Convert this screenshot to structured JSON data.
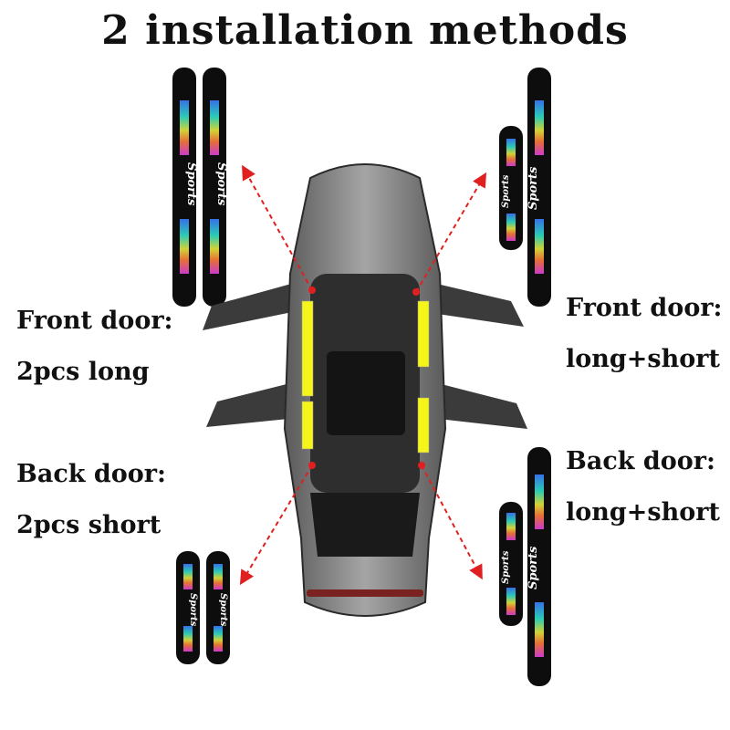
{
  "title": "2 installation methods",
  "labels": {
    "front_left_1": "Front door:",
    "front_left_2": "2pcs long",
    "back_left_1": "Back door:",
    "back_left_2": "2pcs short",
    "front_right_1": "Front door:",
    "front_right_2": "long+short",
    "back_right_1": "Back door:",
    "back_right_2": "long+short"
  },
  "strip_text": "Sports",
  "colors": {
    "strip": "#0d0d0d",
    "arrow": "#e02020",
    "highlight": "#f5f51a",
    "car_body": "#8e8e8e"
  }
}
